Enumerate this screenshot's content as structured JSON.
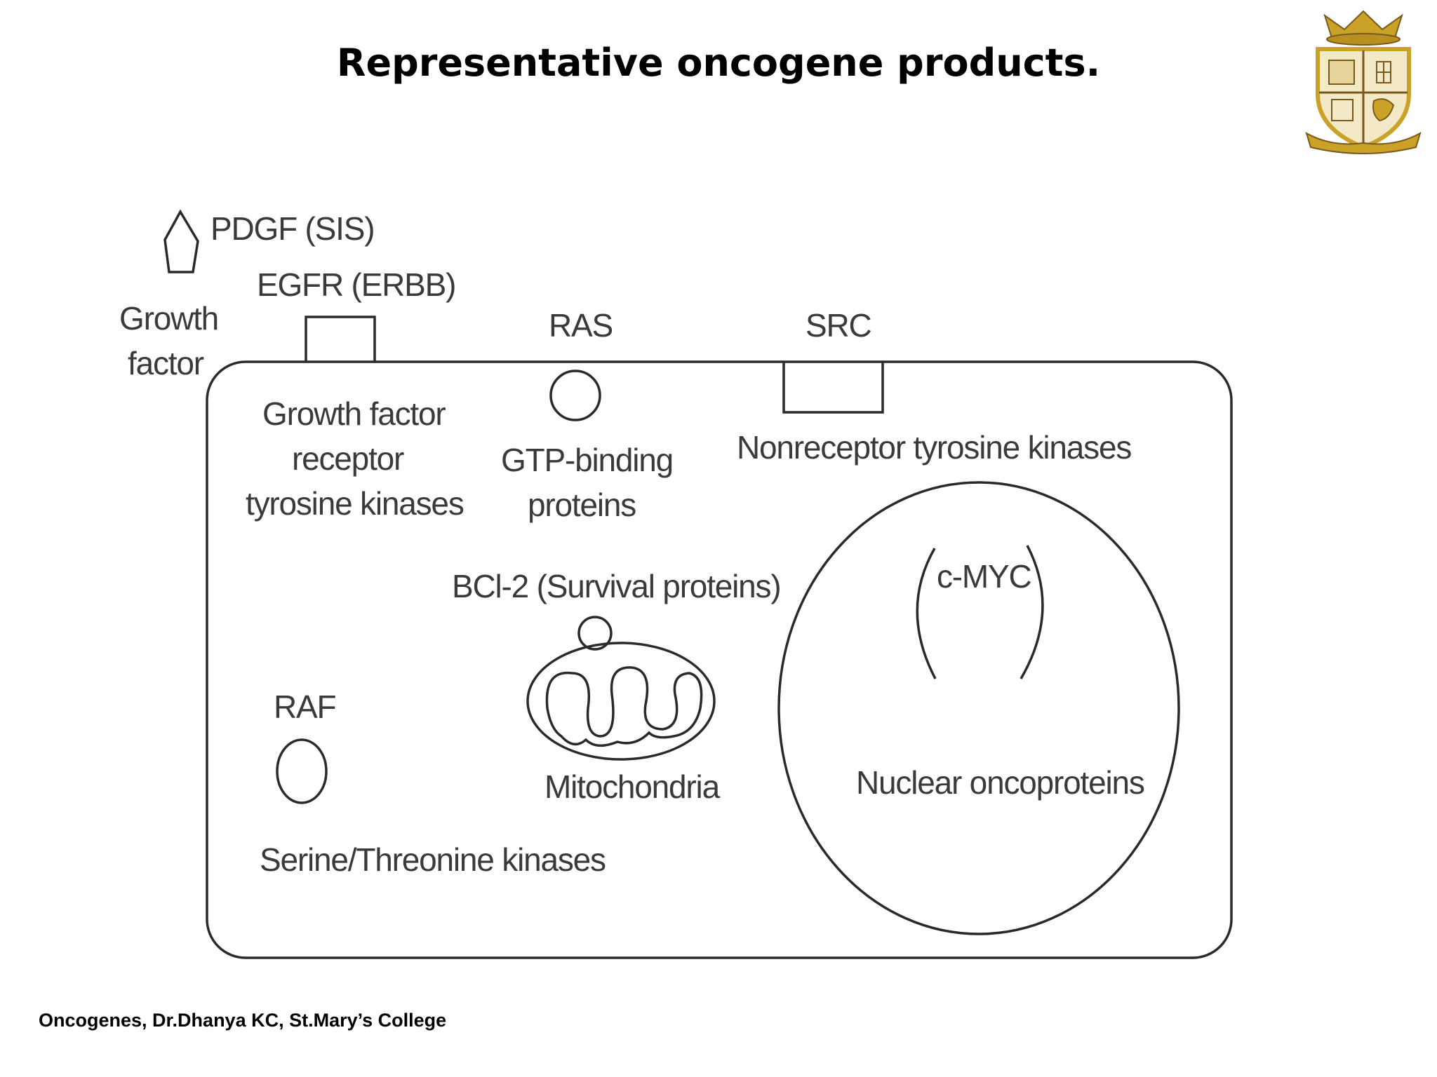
{
  "slide": {
    "title": "Representative oncogene products.",
    "footer": "Oncogenes, Dr.Dhanya KC, St.Mary’s College"
  },
  "diagram": {
    "pdgf_label": "PDGF (SIS)",
    "growth_factor_line1": "Growth",
    "growth_factor_line2": "factor",
    "egfr_label": "EGFR (ERBB)",
    "gf_receptor_line1": "Growth factor",
    "gf_receptor_line2": "receptor",
    "gf_receptor_line3": "tyrosine kinases",
    "ras_label": "RAS",
    "gtp_line1": "GTP-binding",
    "gtp_line2": "proteins",
    "src_label": "SRC",
    "nonreceptor_label": "Nonreceptor tyrosine kinases",
    "bcl2_label": "BCl-2 (Survival proteins)",
    "mitochondria_label": "Mitochondria",
    "raf_label": "RAF",
    "serine_label": "Serine/Threonine kinases",
    "cmyc_label": "c-MYC",
    "nuclear_label": "Nuclear oncoproteins"
  },
  "logo": {
    "icon": "college-crest-icon",
    "colors": {
      "gold": "#c9a227",
      "cream": "#f3e9c6",
      "brown": "#7a5a1c"
    }
  }
}
